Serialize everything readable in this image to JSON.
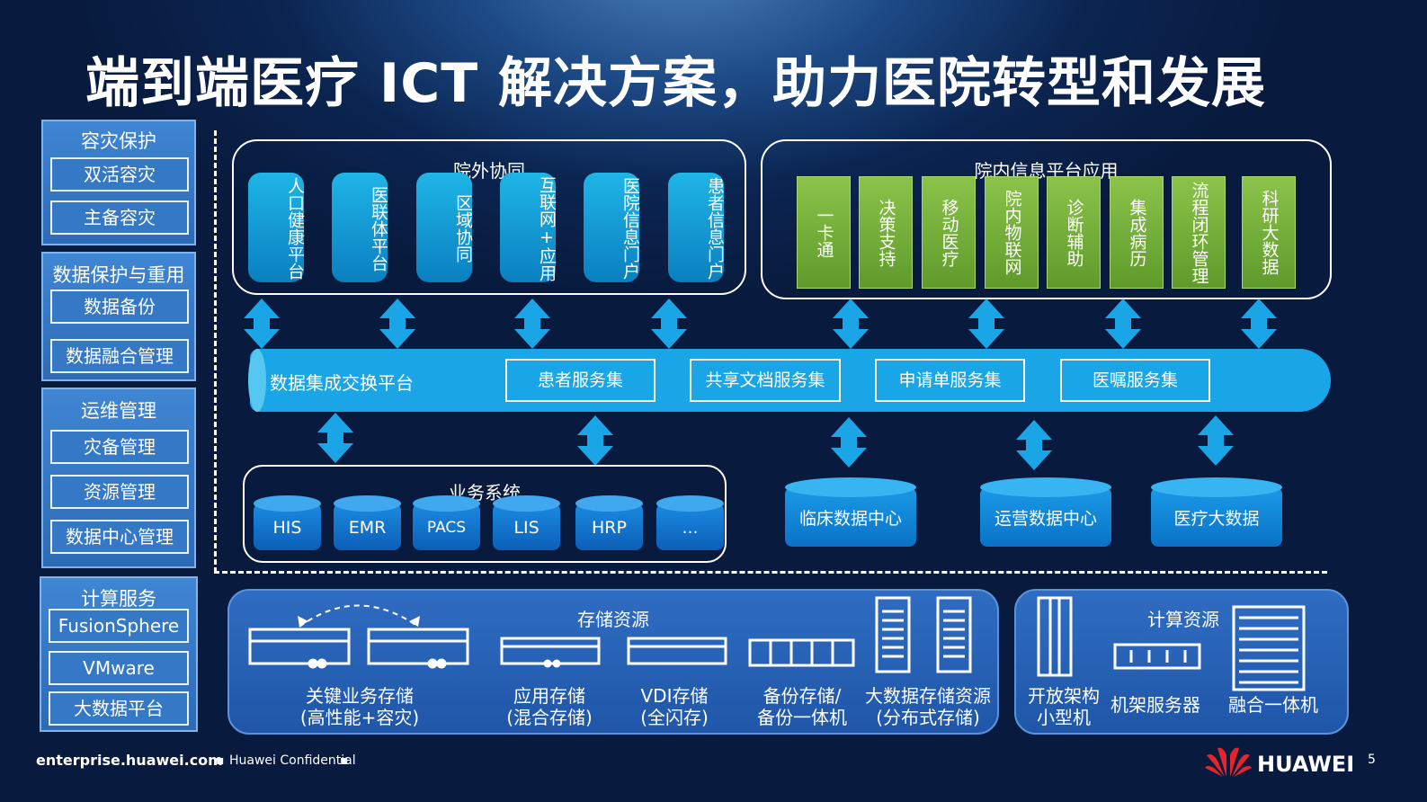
{
  "title": "端到端医疗 ICT 解决方案，助力医院转型和发展",
  "left_panel": {
    "groups": [
      {
        "title": "容灾保护",
        "items": [
          "双活容灾",
          "主备容灾"
        ]
      },
      {
        "title": "数据保护与重用",
        "items": [
          "数据备份",
          "数据融合管理"
        ]
      },
      {
        "title": "运维管理",
        "items": [
          "灾备管理",
          "资源管理",
          "数据中心管理"
        ]
      },
      {
        "title": "计算服务",
        "items": [
          "FusionSphere",
          "VMware",
          "大数据平台"
        ]
      }
    ]
  },
  "external": {
    "title": "院外协同",
    "tiles": [
      "人口健康平台",
      "医联体平台",
      "区域协同",
      "互联网+应用",
      "医院信息门户",
      "患者信息门户"
    ]
  },
  "internal": {
    "title": "院内信息平台应用",
    "tiles": [
      "一卡通",
      "决策支持",
      "移动医疗",
      "院内物联网",
      "诊断辅助",
      "集成病历",
      "流程闭环管理",
      "科研大数据"
    ]
  },
  "bus": {
    "label": "数据集成交换平台",
    "services": [
      "患者服务集",
      "共享文档服务集",
      "申请单服务集",
      "医嘱服务集"
    ]
  },
  "business": {
    "title": "业务系统",
    "systems": [
      "HIS",
      "EMR",
      "PACS",
      "LIS",
      "HRP",
      "..."
    ]
  },
  "data_centers": [
    "临床数据中心",
    "运营数据中心",
    "医疗大数据"
  ],
  "storage": {
    "title": "存储资源",
    "items": [
      {
        "line1": "关键业务存储",
        "line2": "(高性能+容灾)"
      },
      {
        "line1": "应用存储",
        "line2": "(混合存储)"
      },
      {
        "line1": "VDI存储",
        "line2": "(全闪存)"
      },
      {
        "line1": "备份存储/",
        "line2": "备份一体机"
      },
      {
        "line1": "大数据存储资源",
        "line2": "(分布式存储)"
      }
    ]
  },
  "compute": {
    "title": "计算资源",
    "items": [
      {
        "line1": "开放架构",
        "line2": "小型机"
      },
      {
        "line1": "机架服务器",
        "line2": ""
      },
      {
        "line1": "融合一体机",
        "line2": ""
      }
    ]
  },
  "footer": {
    "site": "enterprise.huawei.com",
    "confidential": "Huawei Confidential",
    "brand": "HUAWEI",
    "page": "5"
  }
}
